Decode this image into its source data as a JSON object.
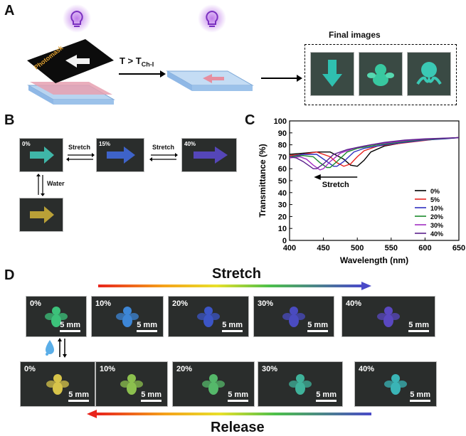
{
  "panel_a": {
    "letter": "A",
    "photomask_label": "Photomask",
    "arrow_label_main": "T > T",
    "arrow_label_sub": "Ch-I",
    "final_images_title": "Final images"
  },
  "panel_b": {
    "letter": "B",
    "photos": [
      {
        "pct": "0%",
        "color": "#3fb6a8"
      },
      {
        "pct": "15%",
        "color": "#3e63c9"
      },
      {
        "pct": "40%",
        "color": "#5546b8"
      },
      {
        "pct": "",
        "color": "#b9a037"
      }
    ],
    "stretch_label_1": "Stretch",
    "stretch_label_2": "Stretch",
    "water_label": "Water"
  },
  "panel_c": {
    "letter": "C",
    "chart_data": {
      "type": "line",
      "xlabel": "Wavelength (nm)",
      "ylabel": "Transmittance (%)",
      "xlim": [
        400,
        650
      ],
      "ylim": [
        0,
        100
      ],
      "xticks": [
        400,
        450,
        500,
        550,
        600,
        650
      ],
      "yticks": [
        0,
        10,
        20,
        30,
        40,
        50,
        60,
        70,
        80,
        90,
        100
      ],
      "annotation": "Stretch",
      "legend_position": "bottom-right",
      "series": [
        {
          "name": "0%",
          "color": "#000000",
          "x": [
            400,
            420,
            440,
            460,
            480,
            490,
            500,
            510,
            520,
            540,
            560,
            580,
            600,
            620,
            650
          ],
          "y": [
            72,
            73,
            74,
            74,
            68,
            63,
            62,
            67,
            74,
            79,
            81,
            83,
            84,
            85,
            86
          ]
        },
        {
          "name": "5%",
          "color": "#e8231f",
          "x": [
            400,
            420,
            440,
            460,
            470,
            480,
            490,
            500,
            510,
            530,
            560,
            590,
            620,
            650
          ],
          "y": [
            71,
            72,
            74,
            70,
            65,
            62,
            64,
            70,
            75,
            79,
            81,
            83,
            85,
            86
          ]
        },
        {
          "name": "10%",
          "color": "#2e2fbf",
          "x": [
            400,
            420,
            440,
            455,
            465,
            470,
            480,
            495,
            510,
            540,
            570,
            600,
            630,
            650
          ],
          "y": [
            70,
            72,
            72,
            66,
            62,
            62,
            66,
            74,
            77,
            80,
            82,
            84,
            85,
            86
          ]
        },
        {
          "name": "20%",
          "color": "#1a8a2c",
          "x": [
            400,
            420,
            435,
            445,
            455,
            460,
            470,
            485,
            500,
            530,
            560,
            590,
            620,
            650
          ],
          "y": [
            70,
            71,
            70,
            65,
            61,
            61,
            66,
            74,
            77,
            80,
            82,
            84,
            85,
            86
          ]
        },
        {
          "name": "30%",
          "color": "#a12fc2",
          "x": [
            400,
            415,
            425,
            435,
            445,
            450,
            460,
            475,
            495,
            520,
            550,
            580,
            610,
            650
          ],
          "y": [
            69,
            70,
            68,
            63,
            59,
            60,
            66,
            73,
            77,
            80,
            82,
            84,
            85,
            86
          ]
        },
        {
          "name": "40%",
          "color": "#5b1f8c",
          "x": [
            400,
            410,
            420,
            430,
            435,
            440,
            450,
            465,
            485,
            510,
            540,
            570,
            600,
            650
          ],
          "y": [
            70,
            69,
            66,
            62,
            60,
            60,
            64,
            72,
            76,
            79,
            82,
            84,
            85,
            86
          ]
        }
      ]
    }
  },
  "panel_d": {
    "letter": "D",
    "stretch_word": "Stretch",
    "release_word": "Release",
    "scale_text": "5 mm",
    "top_row": [
      {
        "pct": "0%",
        "color": "#3cc27a"
      },
      {
        "pct": "10%",
        "color": "#3d86d6"
      },
      {
        "pct": "20%",
        "color": "#3c55c6"
      },
      {
        "pct": "30%",
        "color": "#4a4bc0"
      },
      {
        "pct": "40%",
        "color": "#5a48c0"
      }
    ],
    "bottom_row": [
      {
        "pct": "0%",
        "color": "#d7c44a"
      },
      {
        "pct": "10%",
        "color": "#8cc04e"
      },
      {
        "pct": "20%",
        "color": "#55b86a"
      },
      {
        "pct": "30%",
        "color": "#3fb29a"
      },
      {
        "pct": "40%",
        "color": "#3ab4b6"
      }
    ]
  }
}
